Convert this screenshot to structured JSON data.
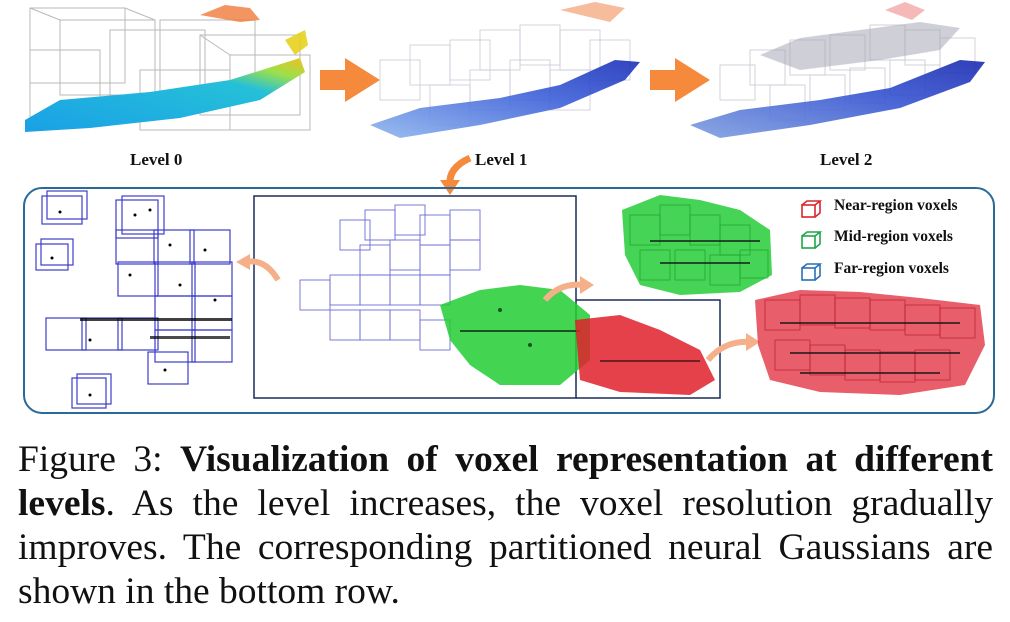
{
  "figure": {
    "levels": [
      {
        "label": "Level 0"
      },
      {
        "label": "Level 1"
      },
      {
        "label": "Level 2"
      }
    ],
    "legend": [
      {
        "label": "Near-region voxels",
        "color": "#d9262e"
      },
      {
        "label": "Mid-region voxels",
        "color": "#1ea64a"
      },
      {
        "label": "Far-region voxels",
        "color": "#2a6fb8"
      }
    ],
    "colors": {
      "arrow": "#f58a3c",
      "panel_border": "#2a6a9a",
      "far_voxel": "#3d3dc7",
      "mid_voxel": "#1ec832",
      "near_voxel": "#e0202c"
    }
  },
  "caption": {
    "prefix": "Figure 3: ",
    "bold": "Visualization of voxel representation at different levels",
    "rest": ". As the level increases, the voxel resolution gradually improves. The corresponding partitioned neural Gaussians are shown in the bottom row."
  }
}
